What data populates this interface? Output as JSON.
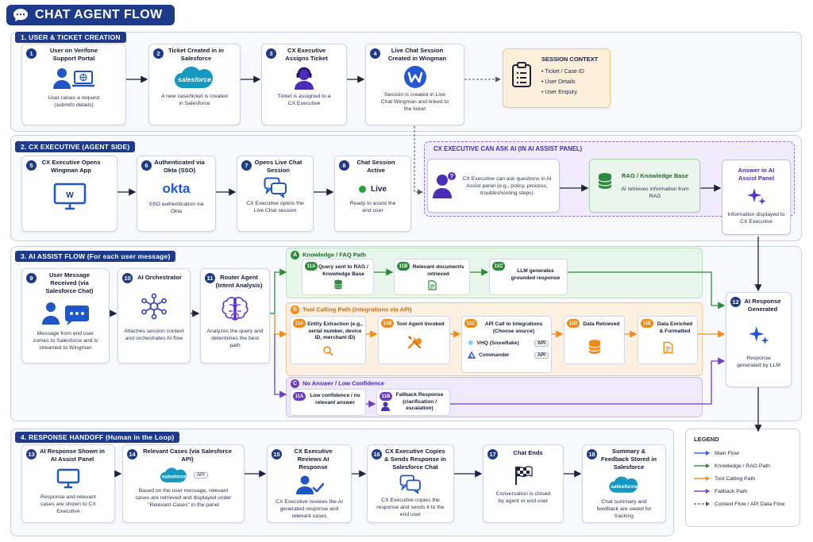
{
  "title": "CHAT AGENT FLOW",
  "colors": {
    "navy": "#1e3a8a",
    "green": "#2e8b3e",
    "orange": "#f08a1c",
    "purple": "#6b3fc0",
    "blue": "#2563eb"
  },
  "s1": {
    "title": "1. USER & TICKET CREATION",
    "steps": [
      {
        "n": "1",
        "title": "User on Verifone Support Portal",
        "desc": "User raises a request (submits details)"
      },
      {
        "n": "2",
        "title": "Ticket Created in in Salesforce",
        "desc": "A new case/ticket is created in Salesforce"
      },
      {
        "n": "3",
        "title": "CX Executive Assigns Ticket",
        "desc": "Ticket is assigned to a CX Executive"
      },
      {
        "n": "4",
        "title": "Live Chat Session Created in Wingman",
        "desc": "Session is created in Live Chat Wingman and linked to the ticket"
      }
    ],
    "context": {
      "title": "SESSION CONTEXT",
      "items": [
        "• Ticket / Case ID",
        "• User Details",
        "• User Enquiry"
      ]
    }
  },
  "s2": {
    "title": "2. CX EXECUTIVE (AGENT SIDE)",
    "steps": [
      {
        "n": "5",
        "title": "CX Executive Opens Wingman App",
        "desc": ""
      },
      {
        "n": "6",
        "title": "Authenticated via Okta (SSO)",
        "desc": "SSO authentication via Okta"
      },
      {
        "n": "7",
        "title": "Opens Live Chat Session",
        "desc": "CX Executive opens the Live Chat session"
      },
      {
        "n": "8",
        "title": "Chat Session Active",
        "desc": "Ready to assist the end user",
        "live": "Live"
      }
    ],
    "ai_panel": {
      "title": "CX EXECUTIVE CAN ASK AI (IN AI ASSIST PANEL)",
      "ask_desc": "CX Executive can ask questions in AI Assist panel (e.g., policy, process, troubleshooting steps)",
      "rag_title": "RAG / Knowledge Base",
      "rag_desc": "AI retrieves information from RAG",
      "answer_title": "Answer in AI Assist Panel",
      "answer_desc": "Information displayed to CX Executive"
    },
    "okta": "okta"
  },
  "s3": {
    "title": "3. AI ASSIST FLOW (For each user message)",
    "steps": [
      {
        "n": "9",
        "title": "User Message Received (via Salesforce Chat)",
        "desc": "Message from end user comes to Salesforce and is streamed to Wingman"
      },
      {
        "n": "10",
        "title": "AI Orchestrator",
        "desc": "Attaches session context and orchestrates AI flow"
      },
      {
        "n": "11",
        "title": "Router Agent (Intent Analysis)",
        "desc": "Analyzes the query and determines the best path"
      }
    ],
    "pathA": {
      "badge": "A",
      "title": "Knowledge / FAQ Path",
      "items": [
        {
          "n": "11A",
          "text": "Query sent to RAG / Knowledge Base"
        },
        {
          "n": "11B",
          "text": "Relevant documents retrieved"
        },
        {
          "n": "11C",
          "text": "LLM generates grounded response"
        }
      ]
    },
    "pathB": {
      "badge": "B",
      "title": "Tool Calling Path (Integrations via API)",
      "items": [
        {
          "n": "11A",
          "text": "Entity Extraction (e.g., serial number, device ID, merchant ID)"
        },
        {
          "n": "11B",
          "text": "Tool Agent Invoked"
        },
        {
          "n": "11C",
          "text": "API Call to Integrations (Choose source)"
        },
        {
          "n": "11D",
          "text": "Data Retrieved"
        },
        {
          "n": "11E",
          "text": "Data Enriched & Formatted"
        }
      ],
      "sources": [
        {
          "name": "VHQ (Snowflake)",
          "tag": "API"
        },
        {
          "name": "Commander",
          "tag": "API"
        }
      ]
    },
    "pathC": {
      "badge": "C",
      "title": "No Answer / Low Confidence",
      "items": [
        {
          "n": "11A",
          "text": "Low confidence / no relevant answer"
        },
        {
          "n": "11B",
          "text": "Fallback Response (clarification / escalation)"
        }
      ]
    },
    "response": {
      "n": "12",
      "title": "AI Response Generated",
      "desc": "Response generated by LLM"
    }
  },
  "s4": {
    "title": "4. RESPONSE HANDOFF (Human in the Loop)",
    "steps": [
      {
        "n": "13",
        "title": "AI Response Shown in AI Assist Panel",
        "desc": "Response and relevant cases are shown to CX Executive"
      },
      {
        "n": "14",
        "title": "Relevant Cases (via Salesforce API)",
        "desc": "Based on the user message, relevant cases are retrieved and displayed under \"Relevant Cases\" in the panel",
        "tag": "API"
      },
      {
        "n": "15",
        "title": "CX Executive Reviews AI Response",
        "desc": "CX Executive reviews the AI generated response and relevant cases"
      },
      {
        "n": "16",
        "title": "CX Executive Copies & Sends Response in Salesforce Chat",
        "desc": "CX Executive copies the response and sends it to the end user"
      },
      {
        "n": "17",
        "title": "Chat Ends",
        "desc": "Conversation is closed by agent or end user"
      },
      {
        "n": "18",
        "title": "Summary & Feedback Stored in Salesforce",
        "desc": "Chat summary and feedback are saved for tracking"
      }
    ]
  },
  "legend": {
    "title": "LEGEND",
    "items": [
      {
        "label": "Main Flow",
        "color": "#2563eb"
      },
      {
        "label": "Knowledge / RAG Path",
        "color": "#2e8b3e"
      },
      {
        "label": "Tool Calling Path",
        "color": "#f08a1c"
      },
      {
        "label": "Fallback Path",
        "color": "#6b3fc0"
      },
      {
        "label": "Context Flow / API Data Flow",
        "color": "#555555",
        "dashed": true
      }
    ]
  },
  "salesforce": "salesforce"
}
